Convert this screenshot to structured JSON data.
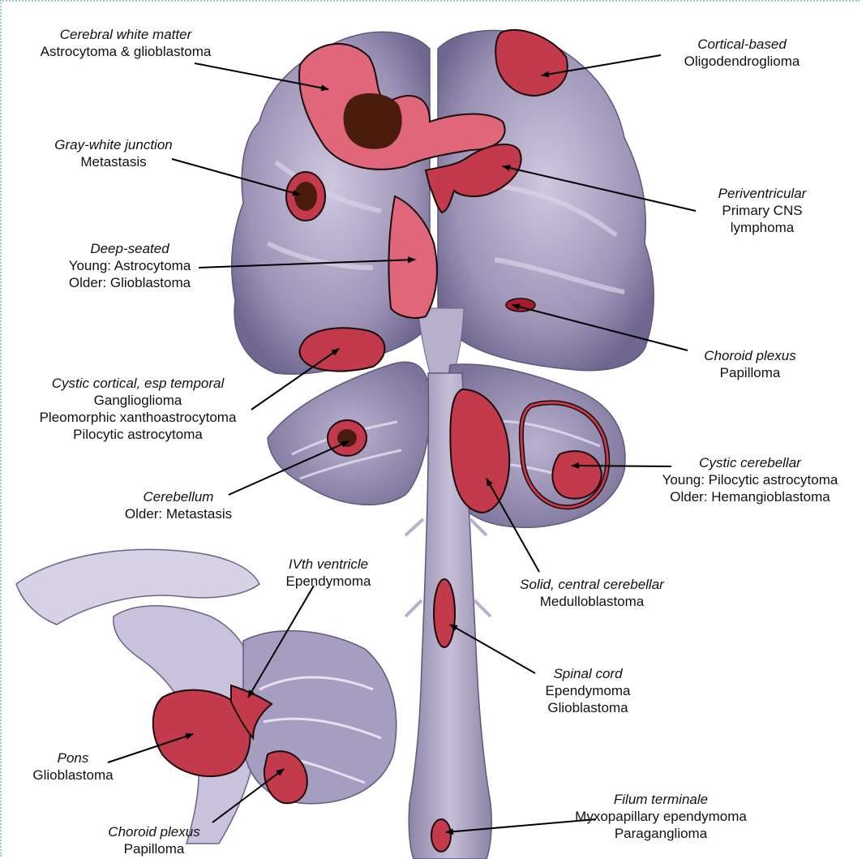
{
  "labels": {
    "cerebral_white_matter": {
      "title": "Cerebral white matter",
      "lines": [
        "Astrocytoma & glioblastoma"
      ]
    },
    "cortical_based": {
      "title": "Cortical-based",
      "lines": [
        "Oligodendroglioma"
      ]
    },
    "gray_white_junction": {
      "title": "Gray-white junction",
      "lines": [
        "Metastasis"
      ]
    },
    "periventricular": {
      "title": "Periventricular",
      "lines": [
        "Primary CNS",
        "lymphoma"
      ]
    },
    "deep_seated": {
      "title": "Deep-seated",
      "lines": [
        "Young: Astrocytoma",
        "Older: Glioblastoma"
      ]
    },
    "choroid_plexus_upper": {
      "title": "Choroid plexus",
      "lines": [
        "Papilloma"
      ]
    },
    "cystic_cortical": {
      "title": "Cystic cortical, esp temporal",
      "lines": [
        "Ganglioglioma",
        "Pleomorphic xanthoastrocytoma",
        "Pilocytic astrocytoma"
      ]
    },
    "cystic_cerebellar": {
      "title": "Cystic cerebellar",
      "lines": [
        "Young: Pilocytic astrocytoma",
        "Older: Hemangioblastoma"
      ]
    },
    "cerebellum": {
      "title": "Cerebellum",
      "lines": [
        "Older: Metastasis"
      ]
    },
    "iv_ventricle": {
      "title": "IVth ventricle",
      "lines": [
        "Ependymoma"
      ]
    },
    "solid_central_cerebellar": {
      "title": "Solid, central cerebellar",
      "lines": [
        "Medulloblastoma"
      ]
    },
    "spinal_cord": {
      "title": "Spinal cord",
      "lines": [
        "Ependymoma",
        "Glioblastoma"
      ]
    },
    "pons": {
      "title": "Pons",
      "lines": [
        "Glioblastoma"
      ]
    },
    "choroid_plexus_lower": {
      "title": "Choroid plexus",
      "lines": [
        "Papilloma"
      ]
    },
    "filum_terminale": {
      "title": "Filum terminale",
      "lines": [
        "Myxopapillary ependymoma",
        "Paraganglioma"
      ]
    }
  },
  "colors": {
    "tissue": "#8f86a8",
    "tissue_dark": "#6c6488",
    "tissue_light": "#c9c2dc",
    "tumor": "#c23a4c",
    "tumor_pink": "#e0667a",
    "necrosis": "#4a1c0e"
  }
}
